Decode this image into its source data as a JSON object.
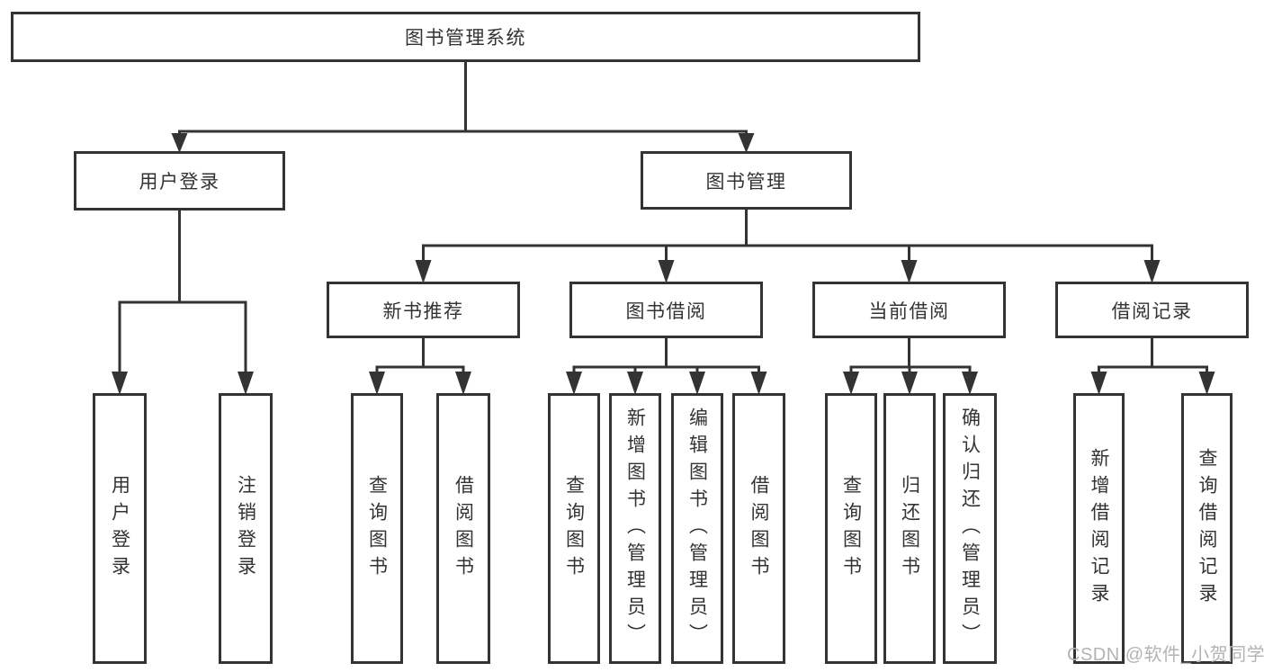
{
  "diagram": {
    "tree": {
      "root": {
        "label": "图书管理系统",
        "children": [
          {
            "label": "用户登录",
            "children": [
              {
                "label": "用户登录"
              },
              {
                "label": "注销登录"
              }
            ]
          },
          {
            "label": "图书管理",
            "children": [
              {
                "label": "新书推荐",
                "children": [
                  {
                    "label": "查询图书"
                  },
                  {
                    "label": "借阅图书"
                  }
                ]
              },
              {
                "label": "图书借阅",
                "children": [
                  {
                    "label": "查询图书"
                  },
                  {
                    "label": "新增图书（管理员）"
                  },
                  {
                    "label": "编辑图书（管理员）"
                  },
                  {
                    "label": "借阅图书"
                  }
                ]
              },
              {
                "label": "当前借阅",
                "children": [
                  {
                    "label": "查询图书"
                  },
                  {
                    "label": "归还图书"
                  },
                  {
                    "label": "确认归还（管理员）"
                  }
                ]
              },
              {
                "label": "借阅记录",
                "children": [
                  {
                    "label": "新增借阅记录"
                  },
                  {
                    "label": "查询借阅记录"
                  }
                ]
              }
            ]
          }
        ]
      }
    },
    "watermark": "CSDN @软件_小贺同学",
    "colors": {
      "line": "#333333",
      "text": "#333333",
      "box_fill": "#ffffff",
      "background": "#ffffff",
      "watermark": "#b3b3b3"
    }
  }
}
